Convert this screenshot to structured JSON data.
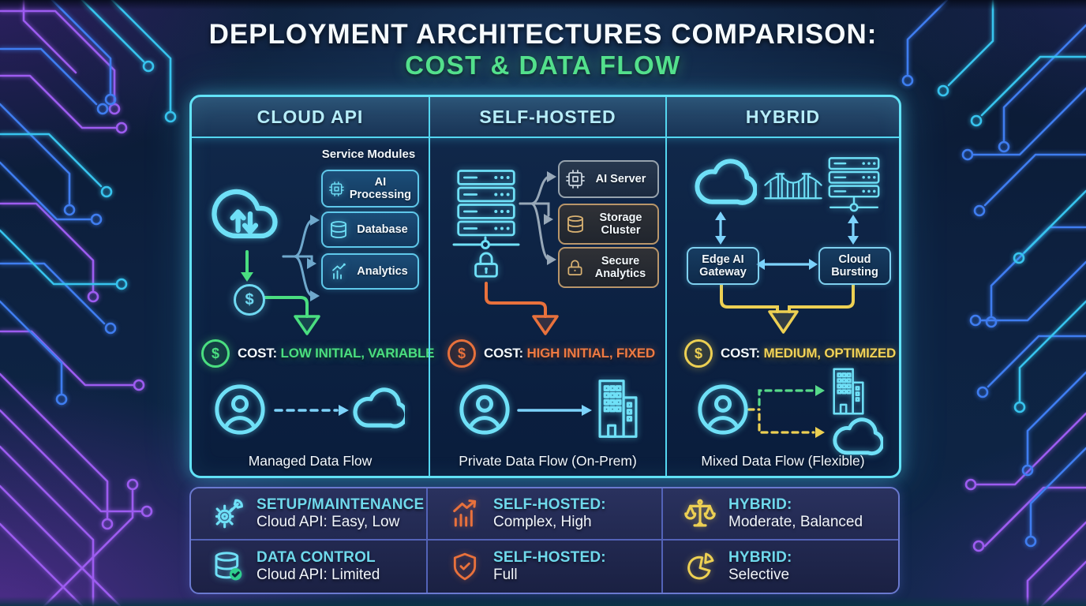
{
  "title": {
    "line1": "DEPLOYMENT ARCHITECTURES COMPARISON:",
    "line2": "COST & DATA FLOW"
  },
  "icons": {
    "dollar": "$"
  },
  "colors": {
    "accent_cyan": "#5fe0f5",
    "cost_green": "#4ade80",
    "cost_orange": "#e8713c",
    "cost_yellow": "#edd053",
    "circuit_purple": "#9d5cf0",
    "circuit_blue": "#3f7df0"
  },
  "panel": {
    "columns": [
      {
        "header": "CLOUD API",
        "modules_label": "Service Modules",
        "modules": [
          {
            "label": "AI Processing"
          },
          {
            "label": "Database"
          },
          {
            "label": "Analytics"
          }
        ],
        "cost_label": "COST:",
        "cost_value": "LOW INITIAL, VARIABLE",
        "caption": "Managed Data Flow"
      },
      {
        "header": "SELF-HOSTED",
        "modules": [
          {
            "label": "AI Server"
          },
          {
            "label": "Storage Cluster"
          },
          {
            "label": "Secure Analytics"
          }
        ],
        "cost_label": "COST:",
        "cost_value": "HIGH INITIAL, FIXED",
        "caption": "Private Data Flow (On-Prem)"
      },
      {
        "header": "HYBRID",
        "nodes": [
          {
            "label": "Edge AI Gateway"
          },
          {
            "label": "Cloud Bursting"
          }
        ],
        "cost_label": "COST:",
        "cost_value": "MEDIUM, OPTIMIZED",
        "caption": "Mixed Data Flow (Flexible)"
      }
    ]
  },
  "summary": {
    "rows": [
      [
        {
          "title": "SETUP/MAINTENANCE",
          "value": "Cloud API: Easy, Low"
        },
        {
          "title": "SELF-HOSTED:",
          "value": "Complex, High"
        },
        {
          "title": "HYBRID:",
          "value": "Moderate, Balanced"
        }
      ],
      [
        {
          "title": "DATA CONTROL",
          "value": "Cloud API: Limited"
        },
        {
          "title": "SELF-HOSTED:",
          "value": "Full"
        },
        {
          "title": "HYBRID:",
          "value": "Selective"
        }
      ]
    ]
  }
}
